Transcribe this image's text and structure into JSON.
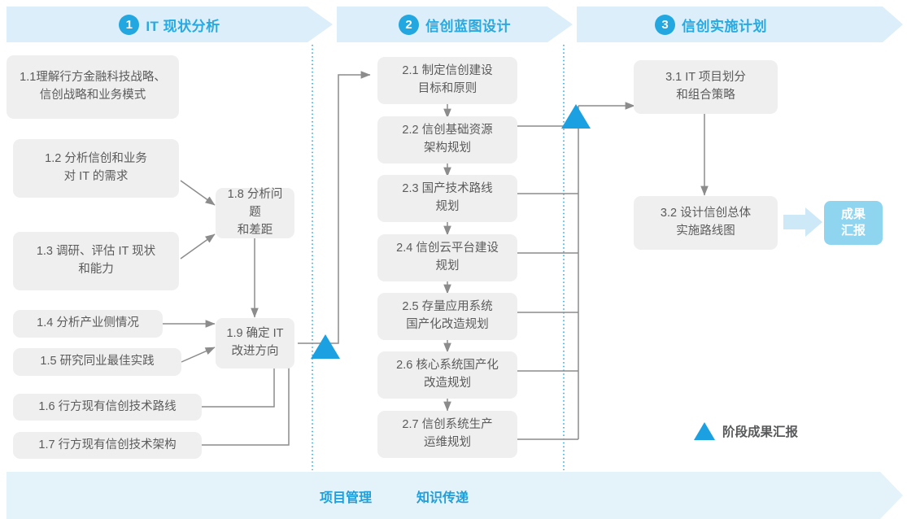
{
  "diagram": {
    "title_colors": {
      "accent": "#27A9E1",
      "band": "#DCEEF9",
      "box": "#EFEFEF",
      "box_text": "#5B5B5B",
      "result": "#8FD5F0",
      "triangle": "#1BA1E2",
      "connector": "#8C8C8C",
      "divider": "#29A8E0"
    },
    "phases": [
      {
        "number": "1",
        "title": "IT 现状分析"
      },
      {
        "number": "2",
        "title": "信创蓝图设计"
      },
      {
        "number": "3",
        "title": "信创实施计划"
      }
    ],
    "phase1_tasks": [
      {
        "id": "1.1",
        "label": "1.1理解行方金融科技战略、\n信创战略和业务模式"
      },
      {
        "id": "1.2",
        "label": "1.2 分析信创和业务\n对 IT 的需求"
      },
      {
        "id": "1.3",
        "label": "1.3 调研、评估 IT 现状\n和能力"
      },
      {
        "id": "1.4",
        "label": "1.4 分析产业侧情况"
      },
      {
        "id": "1.5",
        "label": "1.5 研究同业最佳实践"
      },
      {
        "id": "1.6",
        "label": "1.6 行方现有信创技术路线"
      },
      {
        "id": "1.7",
        "label": "1.7 行方现有信创技术架构"
      },
      {
        "id": "1.8",
        "label": "1.8 分析问题\n和差距"
      },
      {
        "id": "1.9",
        "label": "1.9 确定 IT\n改进方向"
      }
    ],
    "phase2_tasks": [
      {
        "id": "2.1",
        "label": "2.1 制定信创建设\n目标和原则"
      },
      {
        "id": "2.2",
        "label": "2.2 信创基础资源\n架构规划"
      },
      {
        "id": "2.3",
        "label": "2.3 国产技术路线\n规划"
      },
      {
        "id": "2.4",
        "label": "2.4 信创云平台建设\n规划"
      },
      {
        "id": "2.5",
        "label": "2.5 存量应用系统\n国产化改造规划"
      },
      {
        "id": "2.6",
        "label": "2.6 核心系统国产化\n改造规划"
      },
      {
        "id": "2.7",
        "label": "2.7 信创系统生产\n运维规划"
      }
    ],
    "phase3_tasks": [
      {
        "id": "3.1",
        "label": "3.1 IT 项目划分\n和组合策略"
      },
      {
        "id": "3.2",
        "label": "3.2 设计信创总体\n实施路线图"
      }
    ],
    "result": {
      "label": "成果\n汇报"
    },
    "legend": {
      "label": "阶段成果汇报"
    },
    "footer": {
      "items": [
        {
          "label": "项目管理"
        },
        {
          "label": "知识传递"
        }
      ]
    }
  }
}
